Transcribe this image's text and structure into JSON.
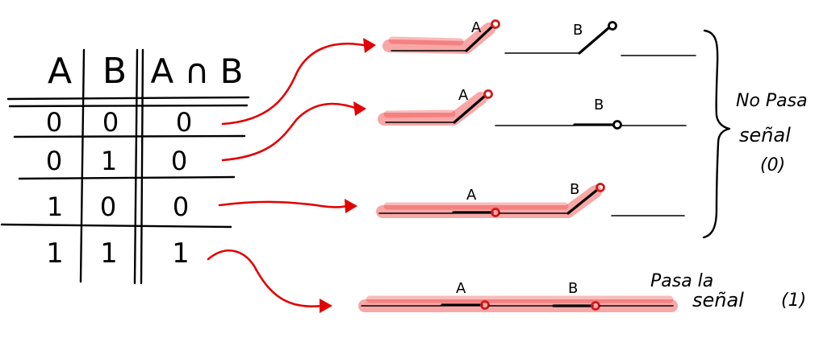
{
  "truth_table": {
    "headers": [
      "A",
      "B",
      "A ∩ B"
    ],
    "rows": [
      [
        "0",
        "0",
        "0"
      ],
      [
        "0",
        "1",
        "0"
      ],
      [
        "1",
        "0",
        "0"
      ],
      [
        "1",
        "1",
        "1"
      ]
    ]
  },
  "circuits": [
    {
      "label_a": "A",
      "label_b": "B"
    },
    {
      "label_a": "A",
      "label_b": "B"
    },
    {
      "label_a": "A",
      "label_b": "B"
    },
    {
      "label_a": "A",
      "label_b": "B"
    }
  ],
  "annotations": {
    "no_pasa_line1": "No Pasa",
    "no_pasa_line2": "señal",
    "no_pasa_line3": "(0)",
    "pasa_line1": "Pasa la",
    "pasa_line2": "señal",
    "pasa_value": "(1)"
  },
  "colors": {
    "ink": "#000000",
    "arrow": "#e00000",
    "highlight": "#ef3b3b"
  }
}
